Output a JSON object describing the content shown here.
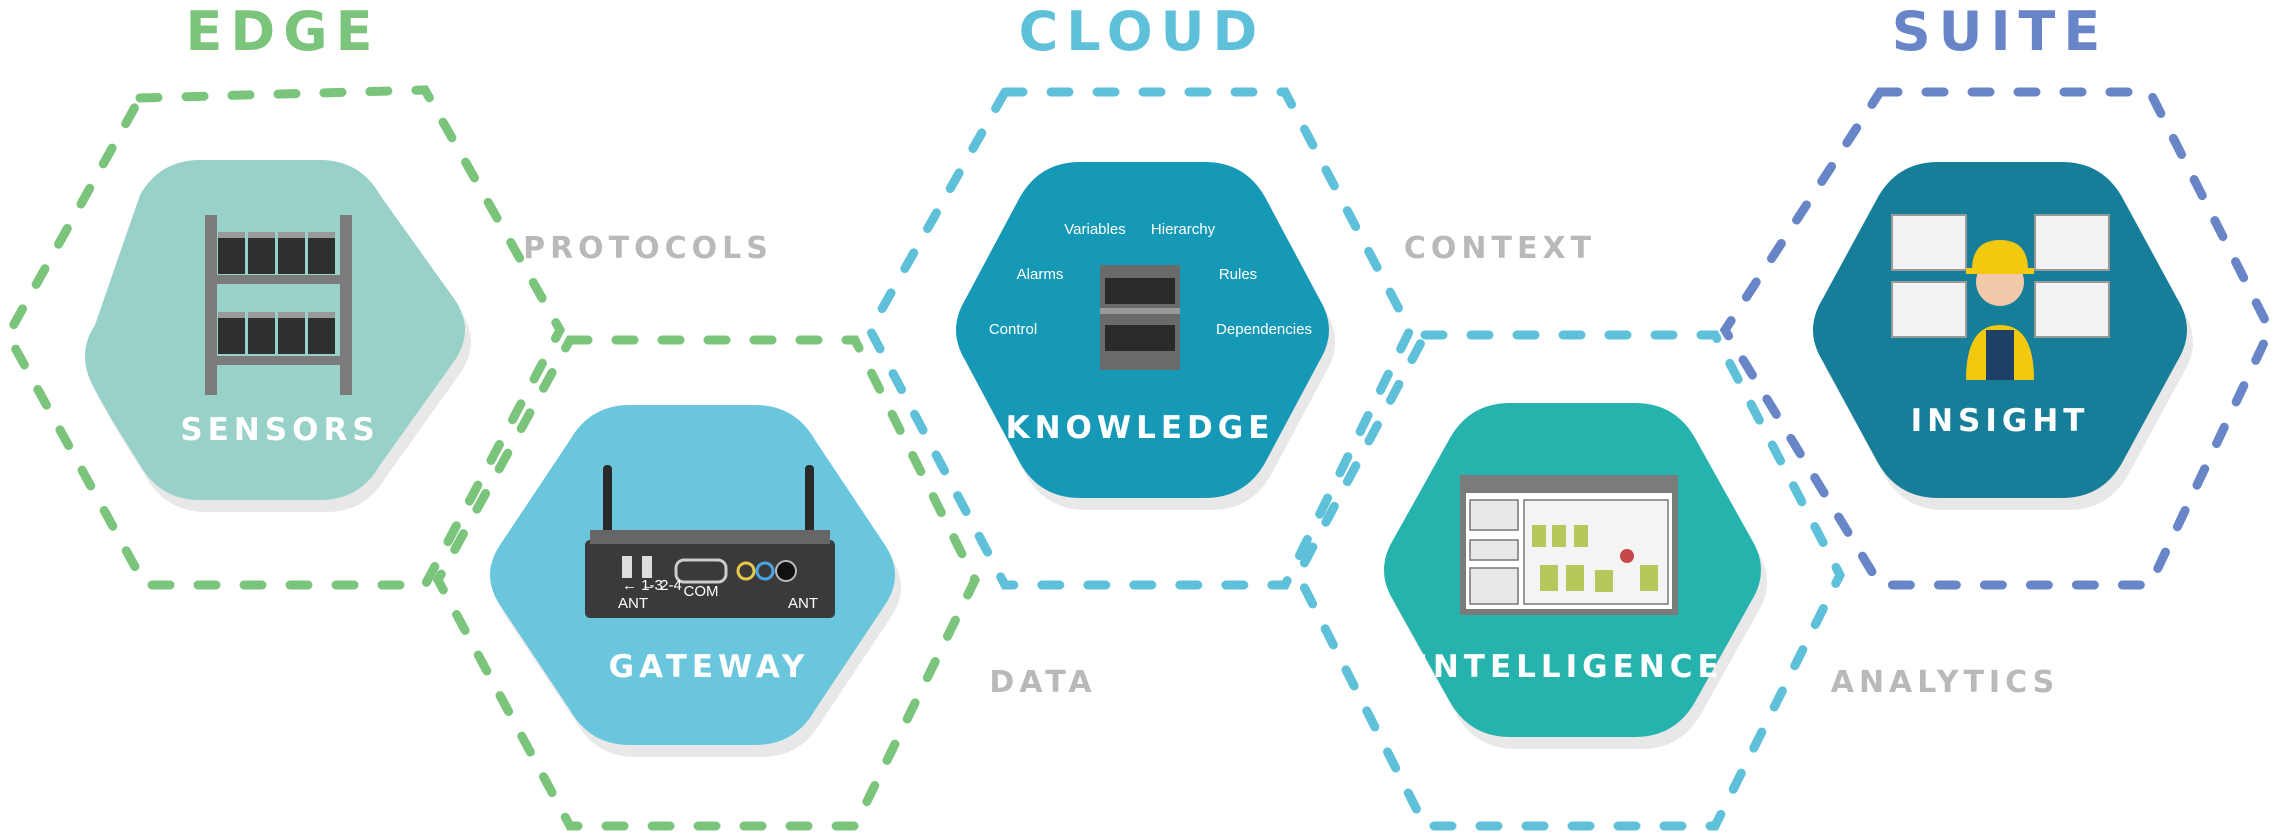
{
  "colors": {
    "edge": "#7ac47c",
    "cloud": "#5ec1d9",
    "suite": "#6886c7",
    "sensors_fill": "#97d1c8",
    "gateway_fill": "#6bc6dd",
    "knowledge_fill": "#1999b6",
    "intelligence_fill": "#26b3ad",
    "insight_fill": "#147e99",
    "connector_text": "#b9b9b9"
  },
  "titles": {
    "edge": "EDGE",
    "cloud": "CLOUD",
    "suite": "SUITE"
  },
  "hexes": {
    "sensors": "SENSORS",
    "gateway": "GATEWAY",
    "knowledge": "KNOWLEDGE",
    "intelligence": "INTELLIGENCE",
    "insight": "INSIGHT"
  },
  "connectors": {
    "protocols": "PROTOCOLS",
    "data": "DATA",
    "context": "CONTEXT",
    "analytics": "ANALYTICS"
  },
  "knowledge_terms": {
    "variables": "Variables",
    "hierarchy": "Hierarchy",
    "alarms": "Alarms",
    "rules": "Rules",
    "control": "Control",
    "dependencies": "Dependencies"
  },
  "gateway_ports": {
    "usb_left": "← 1-3",
    "usb_right": "← 2-4",
    "com": "COM",
    "ant_left": "ANT",
    "ant_right": "ANT"
  }
}
